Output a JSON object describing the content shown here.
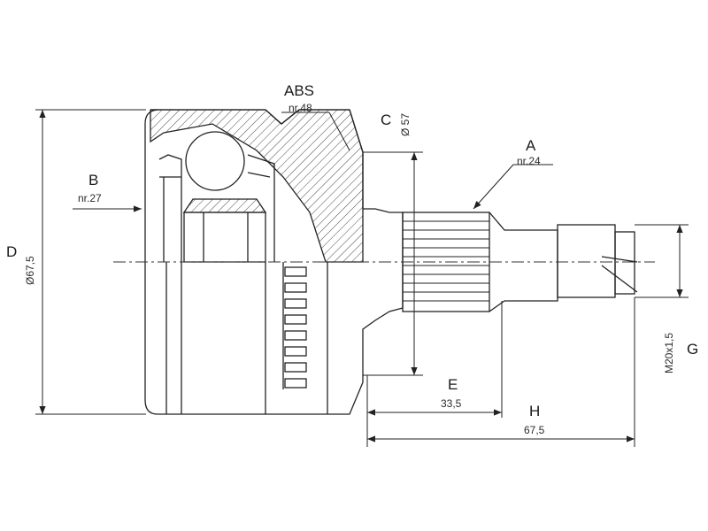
{
  "labels": {
    "abs": "ABS",
    "abs_nr": "nr.48",
    "a": "A",
    "a_nr": "nr.24",
    "b": "B",
    "b_nr": "nr.27",
    "c": "C",
    "c_dim": "Ø 57",
    "d": "D",
    "d_dim": "Ø67,5",
    "e": "E",
    "e_dim": "33,5",
    "g": "G",
    "g_dim": "M20x1,5",
    "h": "H",
    "h_dim": "67,5"
  }
}
